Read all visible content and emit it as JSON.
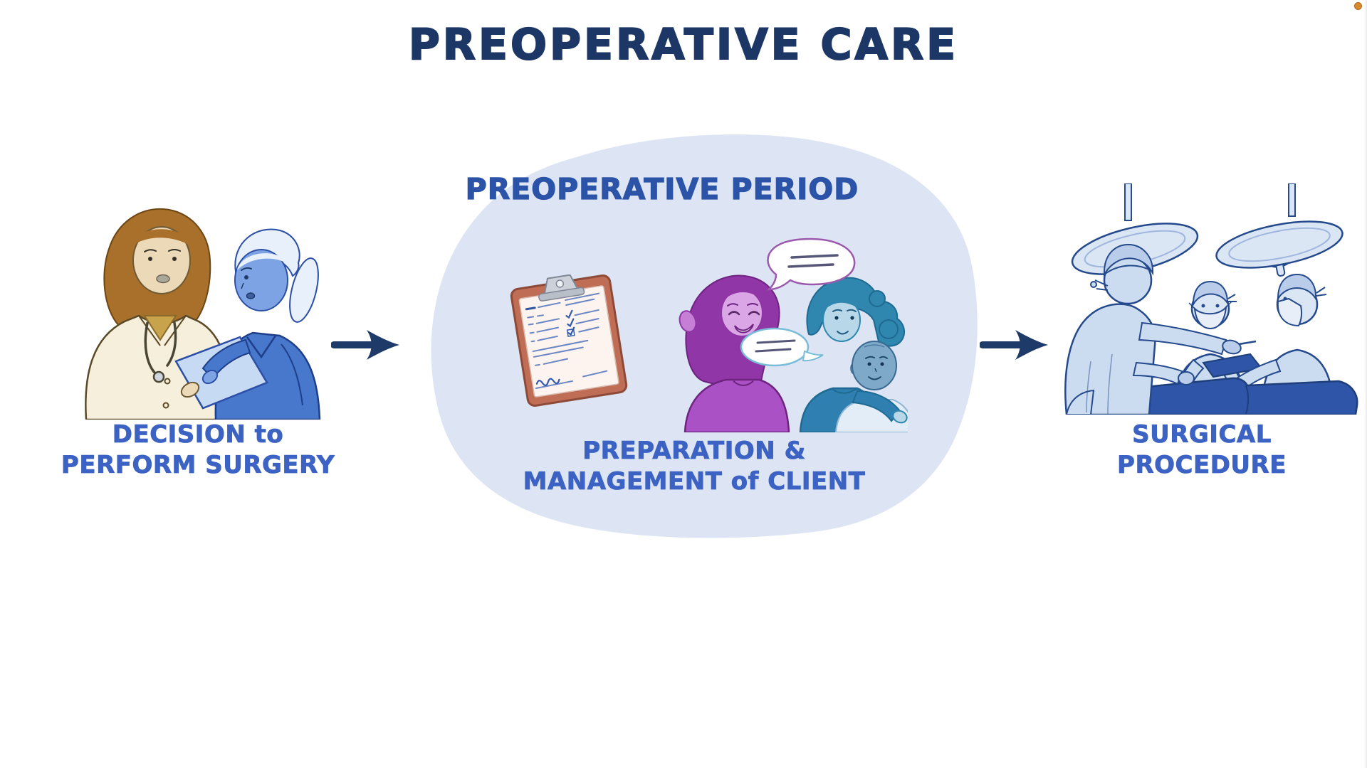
{
  "page": {
    "title": "PREOPERATIVE CARE"
  },
  "panel": {
    "title": "PREOPERATIVE PERIOD"
  },
  "captions": {
    "decision": {
      "line1": "DECISION to",
      "line2": "PERFORM SURGERY"
    },
    "preparation": {
      "line1": "PREPARATION &",
      "line2": "MANAGEMENT of CLIENT"
    },
    "surgical": {
      "line1": "SURGICAL",
      "line2": "PROCEDURE"
    }
  },
  "illustrations": {
    "left": "doctor-and-nurse-reviewing-chart",
    "clipboard": "preoperative-checklist-clipboard",
    "people": "nurse-counseling-client-and-family",
    "right": "surgical-team-operating-room"
  },
  "colors": {
    "background": "#ffffff",
    "title_navy": "#1c3766",
    "panel_fill": "#dde5f4",
    "panel_title_blue": "#2b53a8",
    "caption_blue": "#3c63c4",
    "arrow_navy": "#1d3a69",
    "recording_dot": "#d98a2c"
  }
}
